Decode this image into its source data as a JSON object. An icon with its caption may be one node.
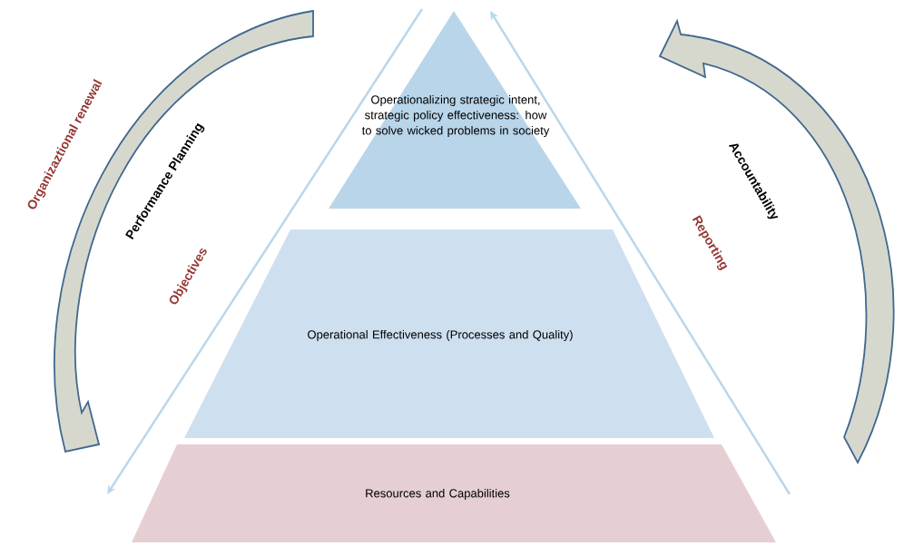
{
  "diagram": {
    "nodes": [
      {
        "text": [
          "Operationalizing strategic intent, strategic policy effectiveness: how to solve wicked problems in society"
        ]
      },
      {
        "text": [
          "Operational Effectiveness (Processes and Quality)"
        ]
      },
      {
        "text": [
          "Resources and Capabilities"
        ]
      }
    ],
    "labels": [
      "Organizaztional renewal",
      "Performance Planning",
      "Objectives",
      "Accountability",
      "Reporting"
    ]
  }
}
